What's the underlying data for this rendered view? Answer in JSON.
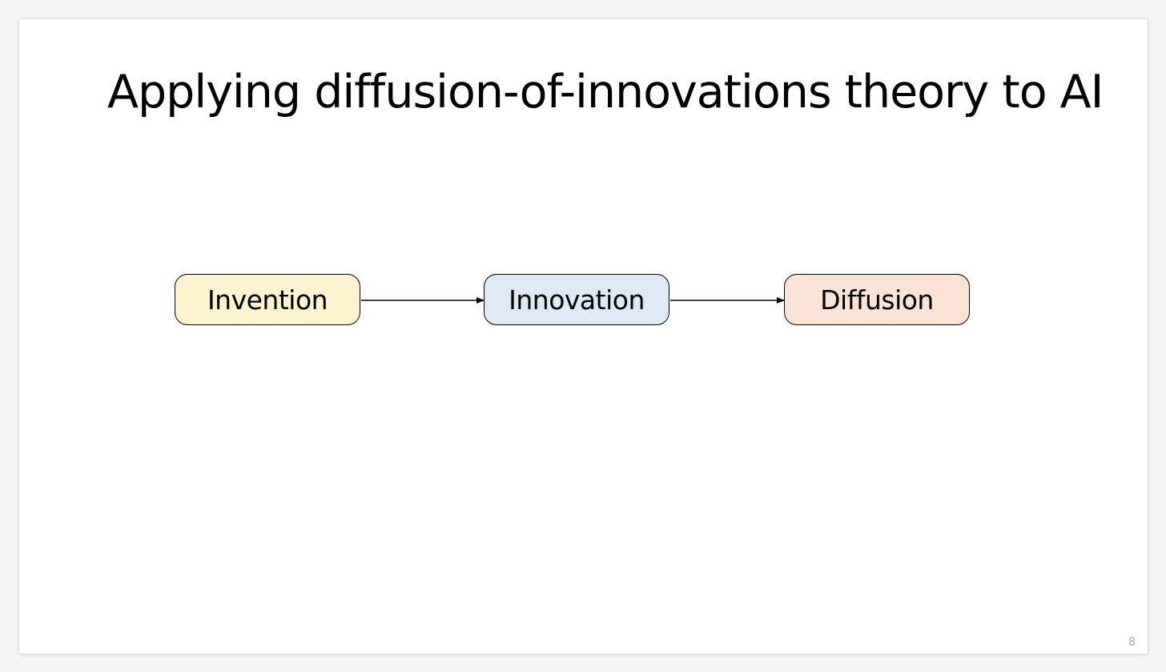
{
  "slide": {
    "title": "Applying diffusion-of-innovations theory to AI",
    "page_number": "8"
  },
  "diagram": {
    "nodes": [
      {
        "id": "invention",
        "label": "Invention",
        "color": "#fdf3cf"
      },
      {
        "id": "innovation",
        "label": "Innovation",
        "color": "#dfe9f5"
      },
      {
        "id": "diffusion",
        "label": "Diffusion",
        "color": "#fbe3d6"
      }
    ],
    "edges": [
      {
        "from": "invention",
        "to": "innovation"
      },
      {
        "from": "innovation",
        "to": "diffusion"
      }
    ]
  }
}
